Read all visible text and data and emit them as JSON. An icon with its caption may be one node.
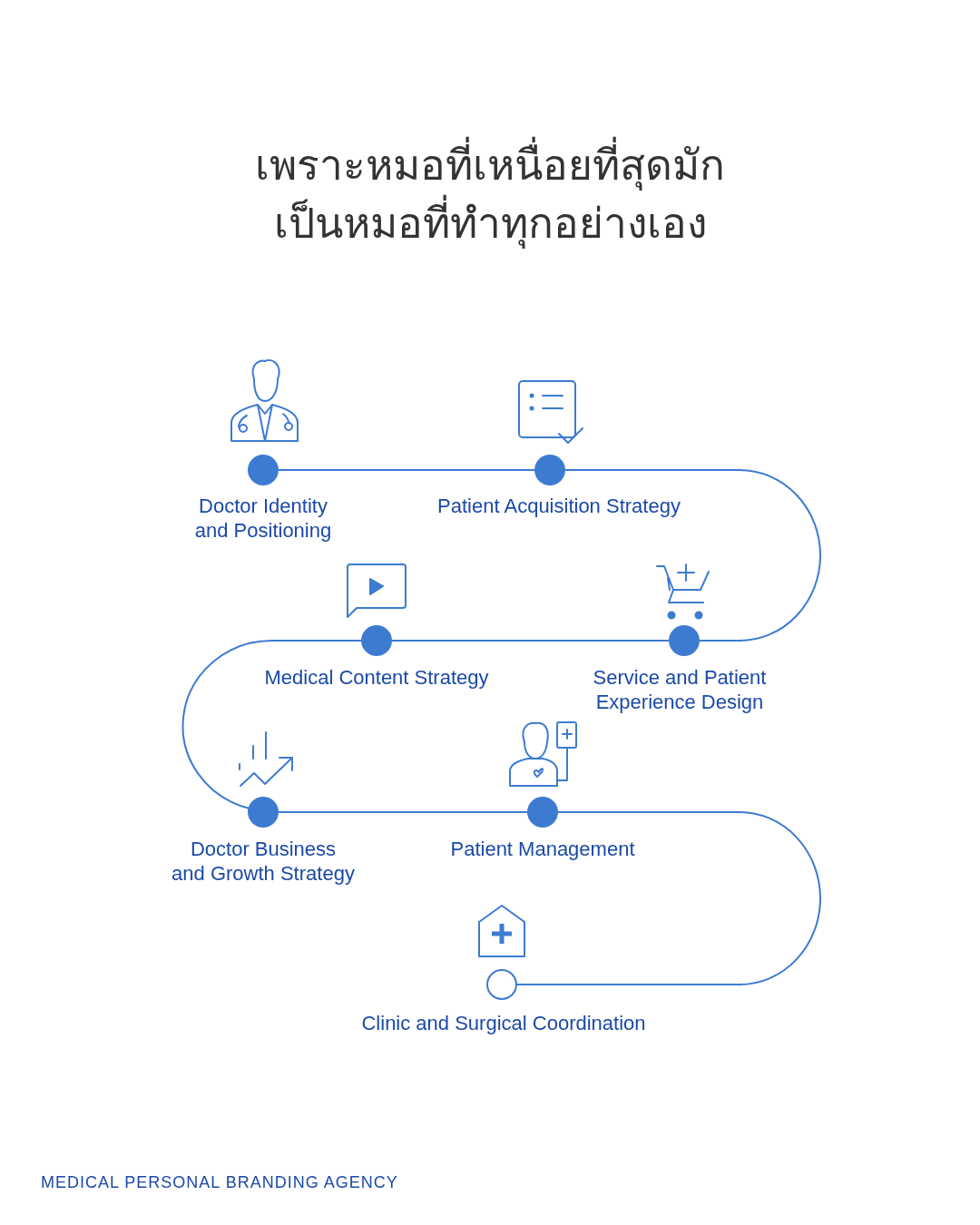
{
  "diagram": {
    "title": "เพราะหมอที่เหนื่อยที่สุดมักเป็นหมอที่ทำทุกอย่างเอง",
    "nodes": [
      {
        "text": [],
        "shape": "circle",
        "beside": [
          "Doctor Identity and Positioning"
        ]
      },
      {
        "text": [],
        "shape": "circle",
        "beside": [
          "Patient Acquisition Strategy"
        ]
      },
      {
        "text": [],
        "shape": "circle",
        "beside": [
          "Service and Patient Experience Design"
        ]
      },
      {
        "text": [],
        "shape": "circle",
        "beside": [
          "Medical Content Strategy"
        ]
      },
      {
        "text": [],
        "shape": "circle",
        "beside": [
          "Doctor Business and Growth Strategy"
        ]
      },
      {
        "text": [],
        "shape": "circle",
        "beside": [
          "Patient Management"
        ]
      },
      {
        "text": [],
        "shape": "circle",
        "beside": [
          "Clinic and Surgical Coordination"
        ]
      }
    ],
    "edges": [
      {
        "from": 0,
        "to": 1,
        "arrow": "none"
      },
      {
        "from": 1,
        "to": 2,
        "arrow": "none"
      },
      {
        "from": 2,
        "to": 3,
        "arrow": "none"
      },
      {
        "from": 3,
        "to": 4,
        "arrow": "none"
      },
      {
        "from": 4,
        "to": 5,
        "arrow": "none"
      },
      {
        "from": 5,
        "to": 6,
        "arrow": "none"
      }
    ],
    "labels": [
      "MEDICAL PERSONAL BRANDING AGENCY"
    ]
  }
}
